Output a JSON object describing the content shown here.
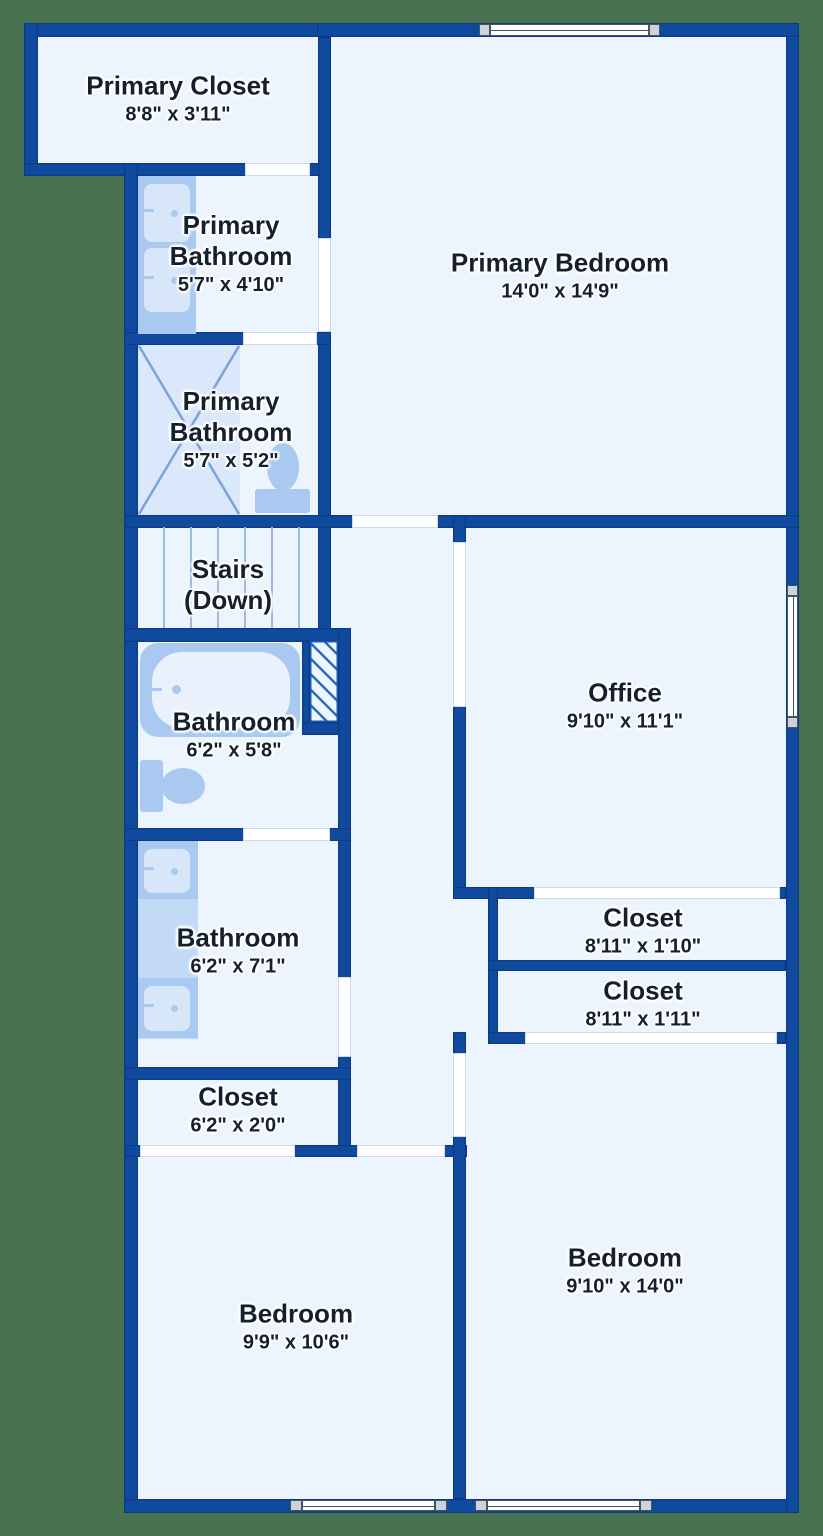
{
  "palette": {
    "background": "#487250",
    "wall": "#0f4a9f",
    "wall_edge": "#0b3c83",
    "room": "#ecf4fd",
    "opening": "#ffffff",
    "fixture": "#a9c9f0",
    "fixture_light": "#d8e6fa",
    "fixture_light2": "#e9f1fc",
    "counter": "#c3daf6",
    "shower_fill": "#dbe8fb",
    "shower_line": "#7aa3da",
    "stair_line": "#9cbbe4",
    "hatch_line": "#2f6cbf",
    "window_glass": "#ffffff",
    "window_cap": "#cdd3da",
    "window_frame": "#49525f",
    "text": "#15202e"
  },
  "floorplan": {
    "title": "Upper floor plan",
    "rooms": [
      {
        "id": "primary-closet",
        "name": "Primary Closet",
        "dims": "8'8\" x 3'11\""
      },
      {
        "id": "primary-bathroom-upper",
        "name": "Primary Bathroom",
        "dims": "5'7\" x 4'10\""
      },
      {
        "id": "primary-bedroom",
        "name": "Primary Bedroom",
        "dims": "14'0\" x 14'9\""
      },
      {
        "id": "primary-bathroom-lower",
        "name": "Primary Bathroom",
        "dims": "5'7\" x 5'2\""
      },
      {
        "id": "stairs",
        "name": "Stairs",
        "dims": "(Down)"
      },
      {
        "id": "bathroom-upper",
        "name": "Bathroom",
        "dims": "6'2\" x 5'8\""
      },
      {
        "id": "office",
        "name": "Office",
        "dims": "9'10\" x 11'1\""
      },
      {
        "id": "closet-upper",
        "name": "Closet",
        "dims": "8'11\" x 1'10\""
      },
      {
        "id": "closet-lower",
        "name": "Closet",
        "dims": "8'11\" x 1'11\""
      },
      {
        "id": "bathroom-lower",
        "name": "Bathroom",
        "dims": "6'2\" x 7'1\""
      },
      {
        "id": "closet-small",
        "name": "Closet",
        "dims": "6'2\" x 2'0\""
      },
      {
        "id": "bedroom-left",
        "name": "Bedroom",
        "dims": "9'9\" x 10'6\""
      },
      {
        "id": "bedroom-right",
        "name": "Bedroom",
        "dims": "9'10\" x 14'0\""
      }
    ]
  }
}
